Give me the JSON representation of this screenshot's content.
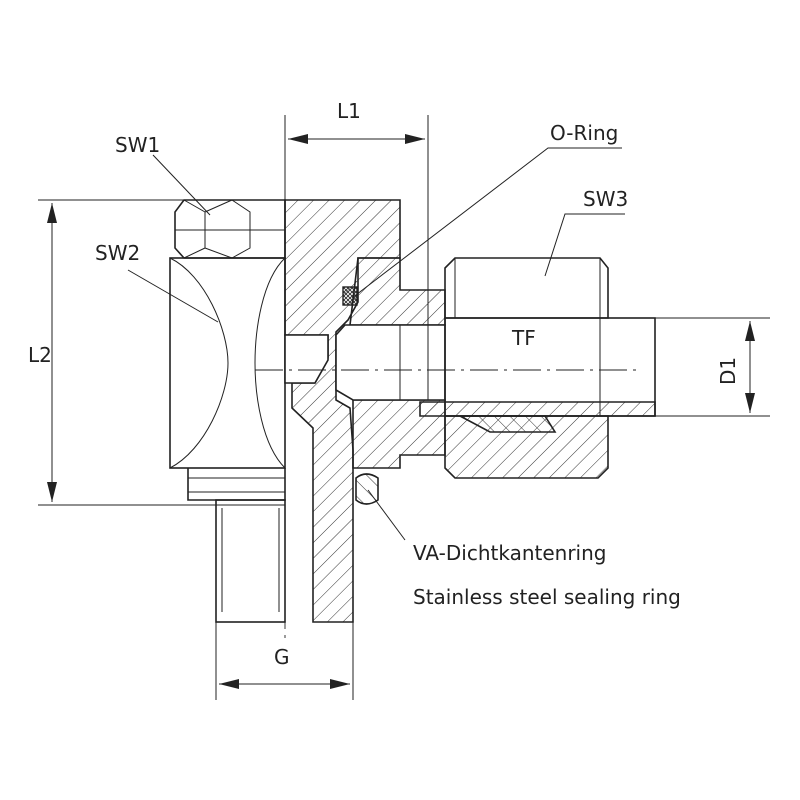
{
  "labels": {
    "sw1": "SW1",
    "sw2": "SW2",
    "sw3": "SW3",
    "l1": "L1",
    "l2": "L2",
    "d1": "D1",
    "g": "G",
    "tf": "TF",
    "o_ring": "O-Ring",
    "sealing_ring_de": "VA-Dichtkantenring",
    "sealing_ring_en": "Stainless steel sealing ring"
  }
}
